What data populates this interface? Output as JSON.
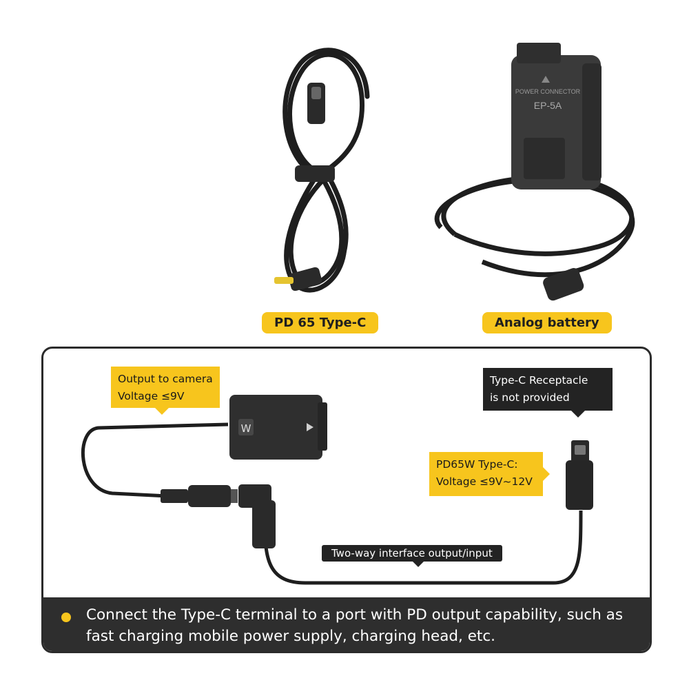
{
  "products": {
    "cable_label": "PD 65 Type-C",
    "battery_label": "Analog battery",
    "battery_text_line1": "POWER CONNECTOR",
    "battery_text_line2": "EP-5A"
  },
  "diagram": {
    "output_callout": {
      "line1": "Output to camera",
      "line2": "Voltage ≤9V"
    },
    "receptacle_callout": {
      "line1": "Type-C Receptacle",
      "line2": "is not provided"
    },
    "input_callout": {
      "line1": "PD65W Type-C:",
      "line2": "Voltage ≤9V~12V"
    },
    "interface_label": "Two-way interface output/input",
    "battery_logo": "W"
  },
  "footer": {
    "note": "Connect the Type-C terminal to a port with PD output capability, such as fast charging mobile power supply, charging head, etc."
  },
  "colors": {
    "accent": "#f7c51d",
    "dark": "#2e2e2e"
  }
}
